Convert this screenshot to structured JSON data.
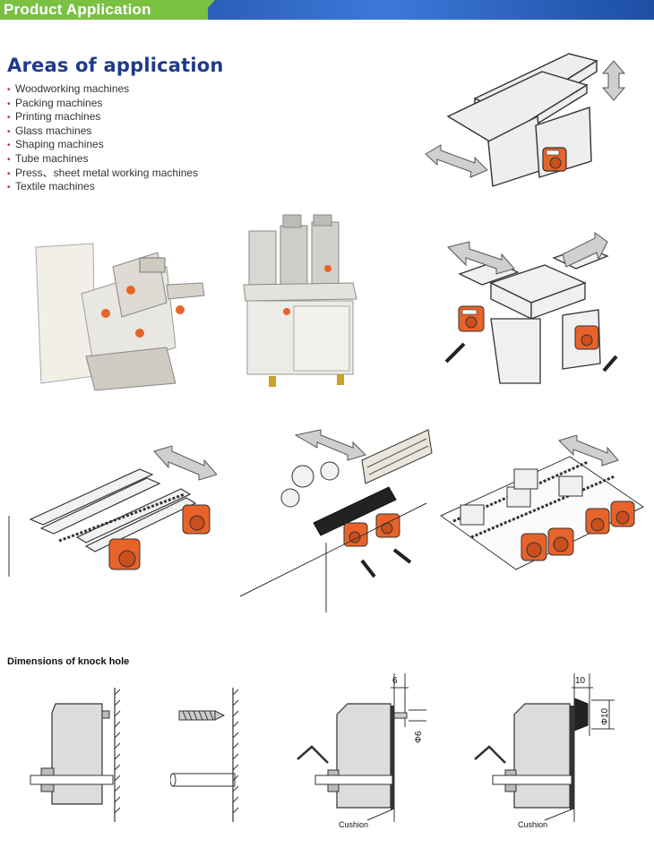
{
  "banner": {
    "title": "Product Application"
  },
  "areas": {
    "title": "Areas of application",
    "items": [
      "Woodworking machines",
      "Packing machines",
      "Printing machines",
      "Glass machines",
      "Shaping machines",
      "Tube machines",
      "Press、sheet metal working machines",
      "Textile machines"
    ]
  },
  "dimensions": {
    "title": "Dimensions of knock hole",
    "dim_6": "6",
    "dim_phi6": "Φ6",
    "dim_10": "10",
    "dim_phi10": "Φ10",
    "cushion_label": "Cushion"
  },
  "colors": {
    "banner_green": "#7ac142",
    "banner_blue": "#2a5fb8",
    "indicator_orange": "#e8632a",
    "title_blue": "#1f3a8a"
  }
}
